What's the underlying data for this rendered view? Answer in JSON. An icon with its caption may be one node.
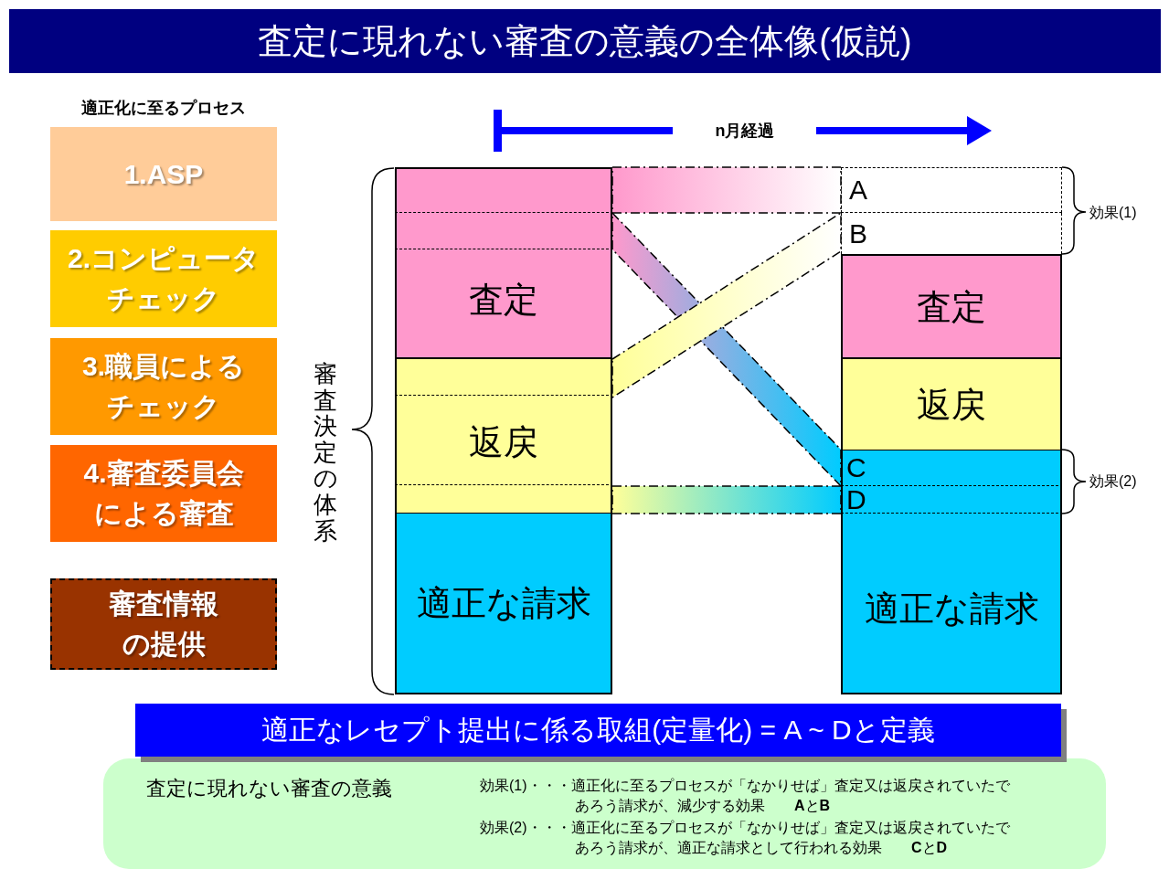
{
  "diagram": {
    "title": "査定に現れない審査の意義の全体像(仮説)",
    "nodes": [
      {
        "text": [
          "1.ASP"
        ]
      },
      {
        "text": [
          "2.コンピュータチェック"
        ]
      },
      {
        "text": [
          "3.職員によるチェック"
        ]
      },
      {
        "text": [
          "4.審査委員会による審査"
        ]
      },
      {
        "text": [
          "審査情報の提供"
        ]
      },
      {
        "text": [
          "査定"
        ]
      },
      {
        "text": [],
        "shape": "box",
        "in": 5
      },
      {
        "text": [],
        "shape": "box",
        "in": 5
      },
      {
        "text": [
          "返戻"
        ]
      },
      {
        "text": [],
        "shape": "box",
        "in": 8
      },
      {
        "text": [],
        "shape": "box",
        "in": 8
      },
      {
        "text": [
          "適正な請求"
        ]
      },
      {
        "text": [
          "A"
        ]
      },
      {
        "text": [
          "B"
        ]
      },
      {
        "text": [
          "査定"
        ]
      },
      {
        "text": [
          "返戻"
        ]
      },
      {
        "text": [
          "適正な請求"
        ]
      },
      {
        "text": [
          "C"
        ],
        "in": 16
      },
      {
        "text": [
          "D"
        ],
        "in": 16
      },
      {
        "text": [
          "適正なレセプト提出に係る取組(定量化) = A ~ Dと定義"
        ]
      },
      {
        "text": [
          "査定に現れない審査の意義",
          "効果(1)・・・適正化に至るプロセスが「なかりせば」査定又は返戻されていたであろう請求が、減少する効果　　**A**と**B**",
          "効果(2)・・・適正化に至るプロセスが「なかりせば」査定又は返戻されていたであろう請求が、適正な請求として行われる効果　　**C**と**D**"
        ]
      }
    ],
    "edges": [
      {
        "from": 6,
        "to": 12,
        "arrow": "none",
        "style": "thick"
      },
      {
        "from": 7,
        "to": 17,
        "arrow": "none",
        "style": "thick"
      },
      {
        "from": 9,
        "to": 13,
        "arrow": "none",
        "style": "thick"
      },
      {
        "from": 10,
        "to": 18,
        "arrow": "none",
        "style": "thick"
      }
    ],
    "labels": [
      "適正化に至るプロセス",
      "n月経過",
      "審査決定の体系",
      "効果(1)",
      "効果(2)"
    ]
  }
}
